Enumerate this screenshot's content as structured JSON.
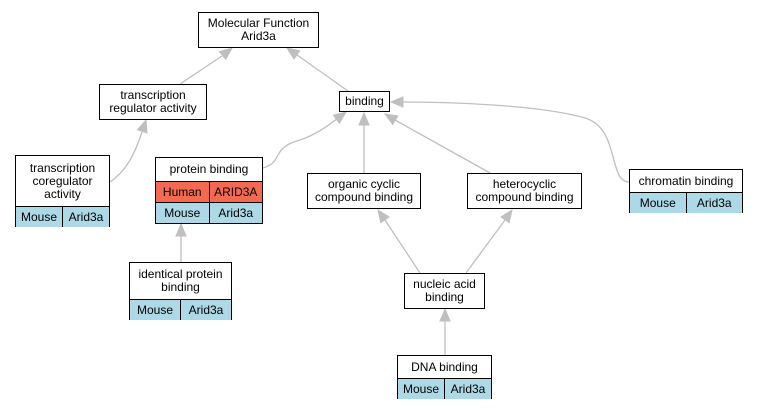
{
  "colors": {
    "edge": "#bfbfbf",
    "mouse_row": "#add8e6",
    "human_row": "#f4694f"
  },
  "nodes": {
    "root": {
      "line1": "Molecular Function",
      "line2": "Arid3a"
    },
    "trans_reg": {
      "line1": "transcription",
      "line2": "regulator activity"
    },
    "binding": {
      "line1": "binding"
    },
    "trans_coreg": {
      "line1": "transcription",
      "line2": "coregulator",
      "line3": "activity",
      "row": {
        "species": "Mouse",
        "gene": "Arid3a"
      }
    },
    "protein_binding": {
      "line1": "protein binding",
      "rows": [
        {
          "species": "Human",
          "gene": "ARID3A"
        },
        {
          "species": "Mouse",
          "gene": "Arid3a"
        }
      ]
    },
    "organic_cyclic": {
      "line1": "organic cyclic",
      "line2": "compound binding"
    },
    "heterocyclic": {
      "line1": "heterocyclic",
      "line2": "compound binding"
    },
    "chromatin": {
      "line1": "chromatin binding",
      "row": {
        "species": "Mouse",
        "gene": "Arid3a"
      }
    },
    "identical_protein": {
      "line1": "identical protein",
      "line2": "binding",
      "row": {
        "species": "Mouse",
        "gene": "Arid3a"
      }
    },
    "nucleic_acid": {
      "line1": "nucleic acid",
      "line2": "binding"
    },
    "dna_binding": {
      "line1": "DNA binding",
      "row": {
        "species": "Mouse",
        "gene": "Arid3a"
      }
    }
  },
  "edges": [
    {
      "from": "trans_reg",
      "to": "root"
    },
    {
      "from": "binding",
      "to": "root"
    },
    {
      "from": "trans_coreg",
      "to": "trans_reg"
    },
    {
      "from": "protein_binding",
      "to": "binding"
    },
    {
      "from": "organic_cyclic",
      "to": "binding"
    },
    {
      "from": "heterocyclic",
      "to": "binding"
    },
    {
      "from": "chromatin",
      "to": "binding"
    },
    {
      "from": "identical_protein",
      "to": "protein_binding"
    },
    {
      "from": "nucleic_acid",
      "to": "organic_cyclic"
    },
    {
      "from": "nucleic_acid",
      "to": "heterocyclic"
    },
    {
      "from": "dna_binding",
      "to": "nucleic_acid"
    }
  ]
}
